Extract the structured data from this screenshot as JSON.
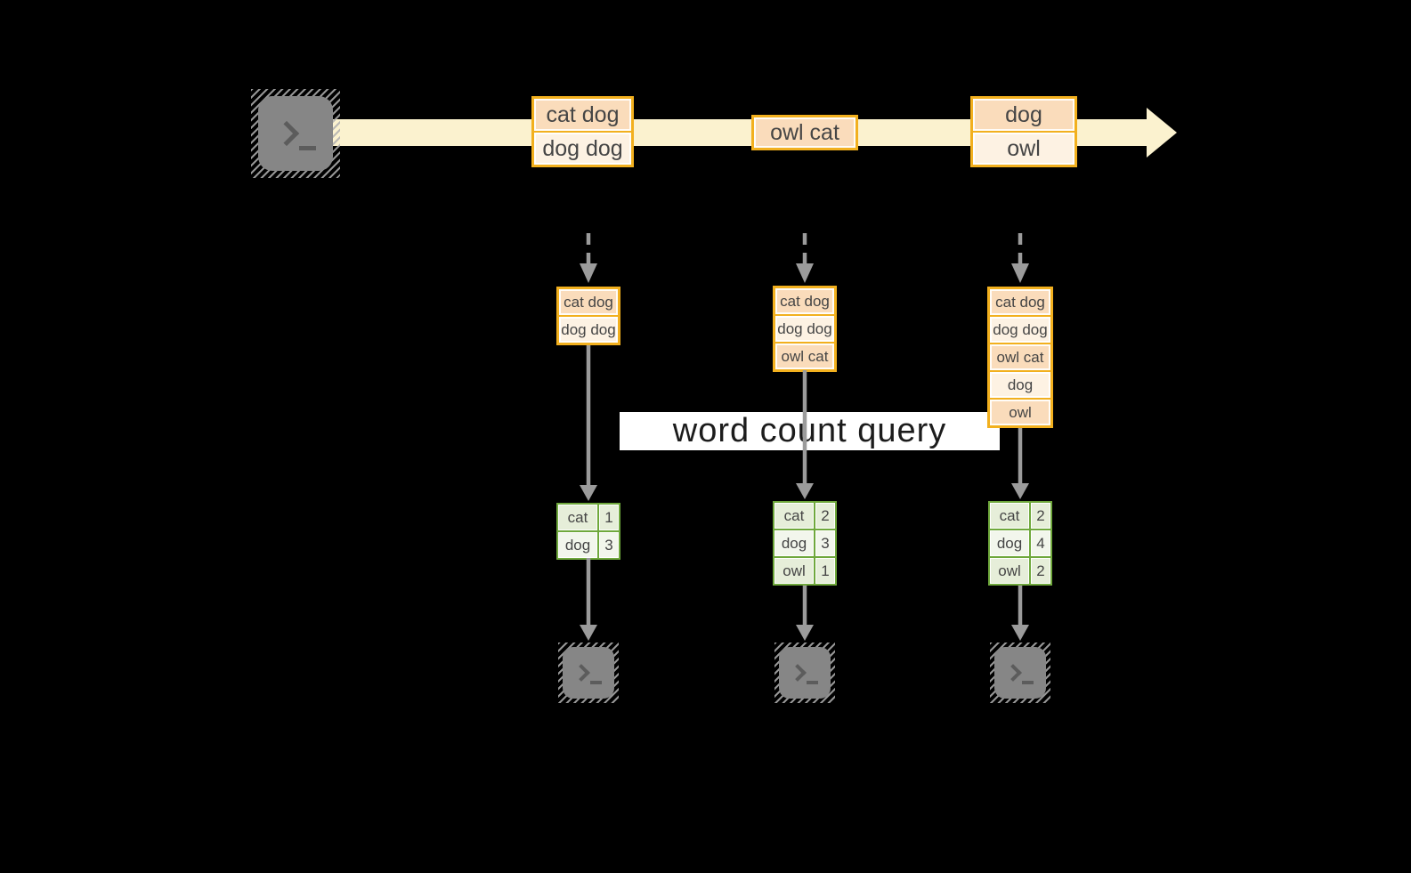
{
  "query": {
    "label": "word count query"
  },
  "stream": {
    "messages": [
      {
        "lines": [
          "cat dog",
          "dog dog"
        ]
      },
      {
        "lines": [
          "owl cat"
        ]
      },
      {
        "lines": [
          "dog",
          "owl"
        ]
      }
    ]
  },
  "columns": [
    {
      "accumulated": [
        "cat dog",
        "dog dog"
      ],
      "counts": [
        {
          "word": "cat",
          "count": "1"
        },
        {
          "word": "dog",
          "count": "3"
        }
      ]
    },
    {
      "accumulated": [
        "cat dog",
        "dog dog",
        "owl cat"
      ],
      "counts": [
        {
          "word": "cat",
          "count": "2"
        },
        {
          "word": "dog",
          "count": "3"
        },
        {
          "word": "owl",
          "count": "1"
        }
      ]
    },
    {
      "accumulated": [
        "cat dog",
        "dog dog",
        "owl cat",
        "dog",
        "owl"
      ],
      "counts": [
        {
          "word": "cat",
          "count": "2"
        },
        {
          "word": "dog",
          "count": "4"
        },
        {
          "word": "owl",
          "count": "2"
        }
      ]
    }
  ],
  "icons": {
    "producer": "terminal-icon",
    "consumer": "terminal-icon",
    "stream_arrow": "right-arrow",
    "flow_arrow": "down-arrow"
  },
  "colors": {
    "background": "#000000",
    "stream_band": "#FBF2CF",
    "cell_peach": "#FADCBB",
    "cell_cream": "#FDF2E3",
    "orange_border": "#F2B01E",
    "green_border": "#6FA83C",
    "green_cell_dark": "#E6EED9",
    "green_cell_light": "#F2F6EC",
    "arrow_gray": "#9B9B9B",
    "terminal_gray": "#868686",
    "terminal_glyph": "#5C5C5C",
    "banner_bg": "#FFFFFF",
    "text_dark": "#454545",
    "banner_text": "#1C1C1C"
  }
}
